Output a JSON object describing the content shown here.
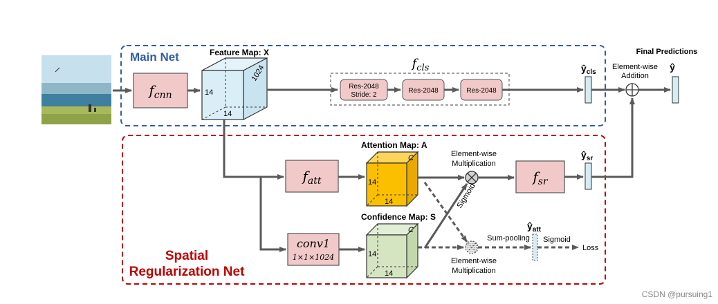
{
  "main_net": {
    "label": "Main Net"
  },
  "srn": {
    "label_line1": "Spatial",
    "label_line2": "Regularization Net"
  },
  "feature_map": {
    "title": "Feature Map: X",
    "dim_depth": "1024",
    "dim_h": "14",
    "dim_w": "14"
  },
  "fcnn": {
    "base": "f",
    "sub": "cnn"
  },
  "fcls": {
    "base": "f",
    "sub": "cls",
    "blocks": [
      {
        "line1": "Res-2048",
        "line2": "Stride: 2"
      },
      {
        "line1": "Res-2048",
        "line2": ""
      },
      {
        "line1": "Res-2048",
        "line2": ""
      }
    ]
  },
  "ycls": {
    "label": "ŷ",
    "sub": "cls"
  },
  "addition": {
    "line1": "Element-wise",
    "line2": "Addition"
  },
  "final": {
    "title": "Final Predictions",
    "label": "ŷ"
  },
  "fatt": {
    "base": "f",
    "sub": "att"
  },
  "attention_map": {
    "title": "Attention Map: A",
    "dim_c": "C",
    "dim_h": "14",
    "dim_w": "14",
    "color": "#fbbf00"
  },
  "mult_top": {
    "line1": "Element-wise",
    "line2": "Multiplication"
  },
  "fsr": {
    "base": "f",
    "sub": "sr"
  },
  "ysr": {
    "label": "ŷ",
    "sub": "sr"
  },
  "sigmoid_diag": "Sigmoid",
  "conv1": {
    "line1": "conv1",
    "line2": "1×1×1024"
  },
  "confidence_map": {
    "title": "Confidence Map: S",
    "dim_c": "C",
    "dim_h": "14",
    "dim_w": "14",
    "color": "#d5e4c1"
  },
  "sum_pooling": "Sum-pooling",
  "yatt": {
    "label": "ŷ",
    "sub": "att"
  },
  "sigmoid_right": "Sigmoid",
  "loss": "Loss",
  "mult_bottom": {
    "line1": "Element-wise",
    "line2": "Multiplication"
  },
  "watermark": "CSDN @pursuing1",
  "colors": {
    "main_net": "#2e5ea8",
    "srn": "#c00000",
    "block_fill": "#f2c9c9",
    "vector_fill": "#d6ecf3",
    "cube_blue": "#daeef7",
    "arrow": "#5a5a5a"
  }
}
